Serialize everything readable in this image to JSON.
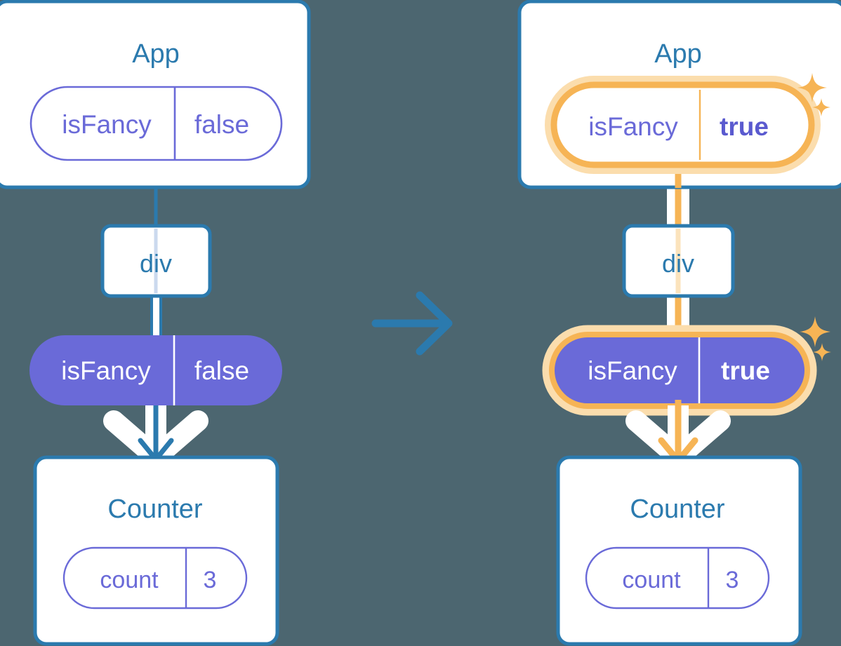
{
  "figure": {
    "type": "diagram",
    "subject": "react-state-lifting-before-after",
    "background_color": "#4C6670",
    "transition_arrow": {
      "icon": "arrow-right-icon",
      "color": "#2B7AAE"
    }
  },
  "colors": {
    "background": "#4C6670",
    "card_border": "#2B7AAE",
    "card_fill": "#FFFFFF",
    "title_text": "#2B7AAE",
    "pill_purple": "#6A6AD8",
    "pill_outline": "#6A6AD8",
    "pill_text_purple": "#6A6AD8",
    "pill_text_white": "#FFFFFF",
    "highlight_ring": "#F6B455",
    "highlight_glow": "#FBDDAD",
    "sparkle": "#F6B455",
    "edge_blue": "#2B7AAE",
    "edge_white": "#FFFFFF",
    "edge_faint_blue": "#CBD9EE",
    "edge_faint_orange": "#FBE3BC"
  },
  "panels": [
    {
      "id": "before",
      "app_card": {
        "title": "App",
        "state_pill": {
          "key": "isFancy",
          "value": "false",
          "highlighted": false,
          "style": "outline",
          "value_bold": false
        }
      },
      "div_node": {
        "label": "div"
      },
      "prop_pill": {
        "key": "isFancy",
        "value": "false",
        "highlighted": false,
        "style": "filled",
        "value_bold": false
      },
      "counter_card": {
        "title": "Counter",
        "state_pill": {
          "key": "count",
          "value": "3",
          "highlighted": false,
          "style": "outline",
          "value_bold": false
        }
      }
    },
    {
      "id": "after",
      "app_card": {
        "title": "App",
        "state_pill": {
          "key": "isFancy",
          "value": "true",
          "highlighted": true,
          "style": "outline",
          "value_bold": true
        }
      },
      "div_node": {
        "label": "div"
      },
      "prop_pill": {
        "key": "isFancy",
        "value": "true",
        "highlighted": true,
        "style": "filled",
        "value_bold": true
      },
      "counter_card": {
        "title": "Counter",
        "state_pill": {
          "key": "count",
          "value": "3",
          "highlighted": false,
          "style": "outline",
          "value_bold": false
        }
      }
    }
  ],
  "sparkles": [
    {
      "panel": "after",
      "near": "app-state-pill",
      "count": 2
    },
    {
      "panel": "after",
      "near": "prop-pill",
      "count": 2
    }
  ]
}
